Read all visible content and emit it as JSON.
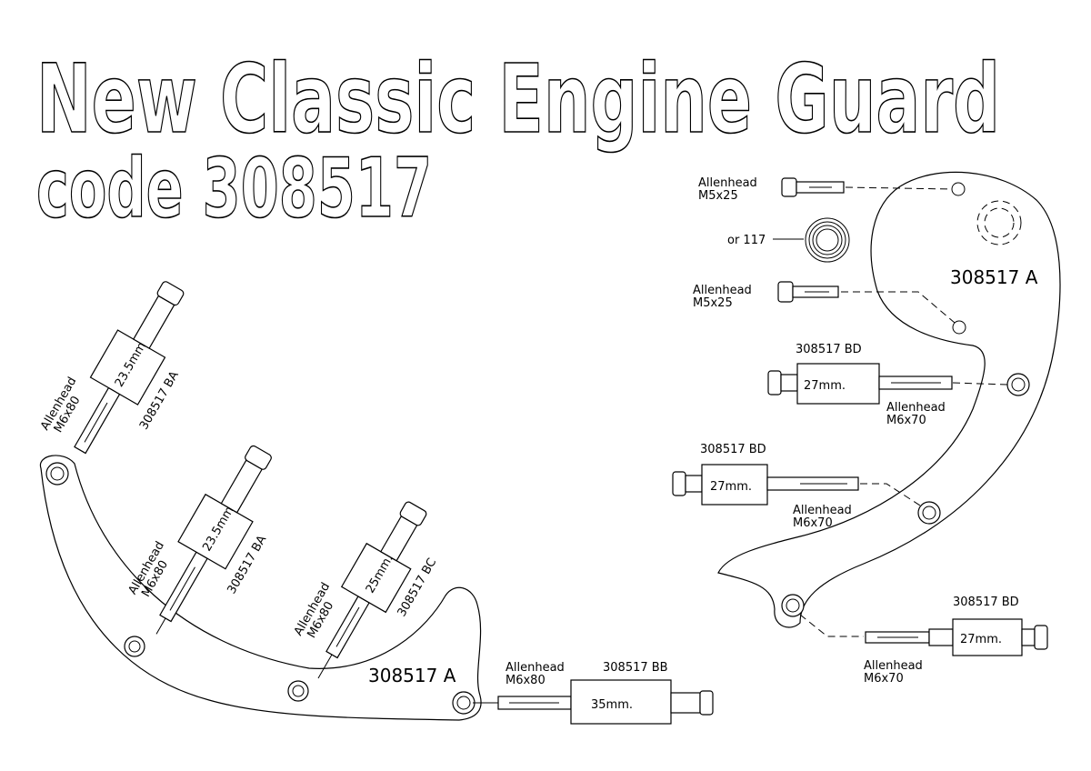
{
  "title": {
    "line1": "New Classic Engine Guard",
    "line2": "code 308517"
  },
  "left_guard": {
    "part_label": "308517 A",
    "bolts": [
      {
        "type": "Allenhead",
        "size": "M6x80",
        "spacer": "23.5mm",
        "spacer_code": "308517 BA"
      },
      {
        "type": "Allenhead",
        "size": "M6x80",
        "spacer": "23.5mm",
        "spacer_code": "308517 BA"
      },
      {
        "type": "Allenhead",
        "size": "M6x80",
        "spacer": "25mm.",
        "spacer_code": "308517 BC"
      },
      {
        "type": "Allenhead",
        "size": "M6x80",
        "spacer": "35mm.",
        "spacer_code": "308517 BB"
      }
    ]
  },
  "right_guard": {
    "part_label": "308517 A",
    "top_bolts": [
      {
        "type": "Allenhead",
        "size": "M5x25"
      },
      {
        "type": "Allenhead",
        "size": "M5x25"
      }
    ],
    "alt_part": "or 117",
    "bolts": [
      {
        "type": "Allenhead",
        "size": "M6x70",
        "spacer": "27mm.",
        "spacer_code": "308517 BD"
      },
      {
        "type": "Allenhead",
        "size": "M6x70",
        "spacer": "27mm.",
        "spacer_code": "308517 BD"
      },
      {
        "type": "Allenhead",
        "size": "M6x70",
        "spacer": "27mm.",
        "spacer_code": "308517 BD"
      }
    ]
  }
}
